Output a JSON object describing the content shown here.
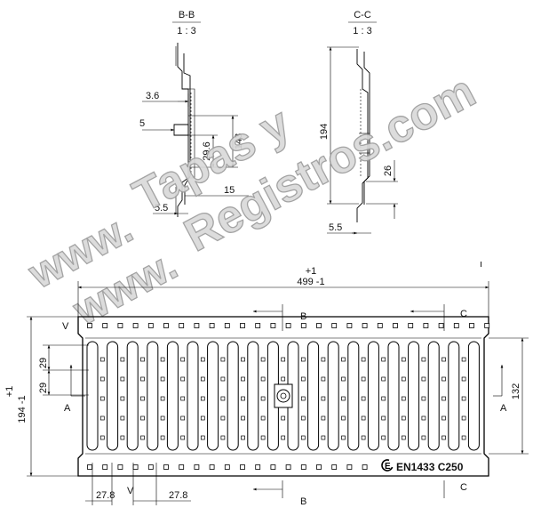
{
  "sections": {
    "bb": {
      "title": "B-B",
      "scale": "1 : 3"
    },
    "cc": {
      "title": "C-C",
      "scale": "1 : 3"
    }
  },
  "bb_dims": {
    "d1": "3.6",
    "d2": "5",
    "d3": "29.6",
    "d4": "143",
    "d5": "15",
    "d6": "5.5"
  },
  "cc_dims": {
    "d1": "194",
    "d2": "26",
    "d3": "5.5"
  },
  "plan": {
    "width_tol": "+1",
    "width": "499  -1",
    "height_tol": "+1",
    "height": "194  -1",
    "pitch_top": "29",
    "pitch_bottom": "29",
    "inner_height": "132",
    "bar_pitch_left": "27.8",
    "bar_pitch_right": "27.8",
    "v_top": "V",
    "v_bottom": "V",
    "mark_i": "ı",
    "marking": "EN1433 C250"
  },
  "markers": {
    "b_top": "B",
    "b_bottom": "B",
    "c_top": "C",
    "c_bottom": "C",
    "a_left": "A",
    "a_right": "A"
  },
  "watermark": {
    "line1": "Tapas y",
    "line2": "Registros.com",
    "prefix": "www."
  }
}
